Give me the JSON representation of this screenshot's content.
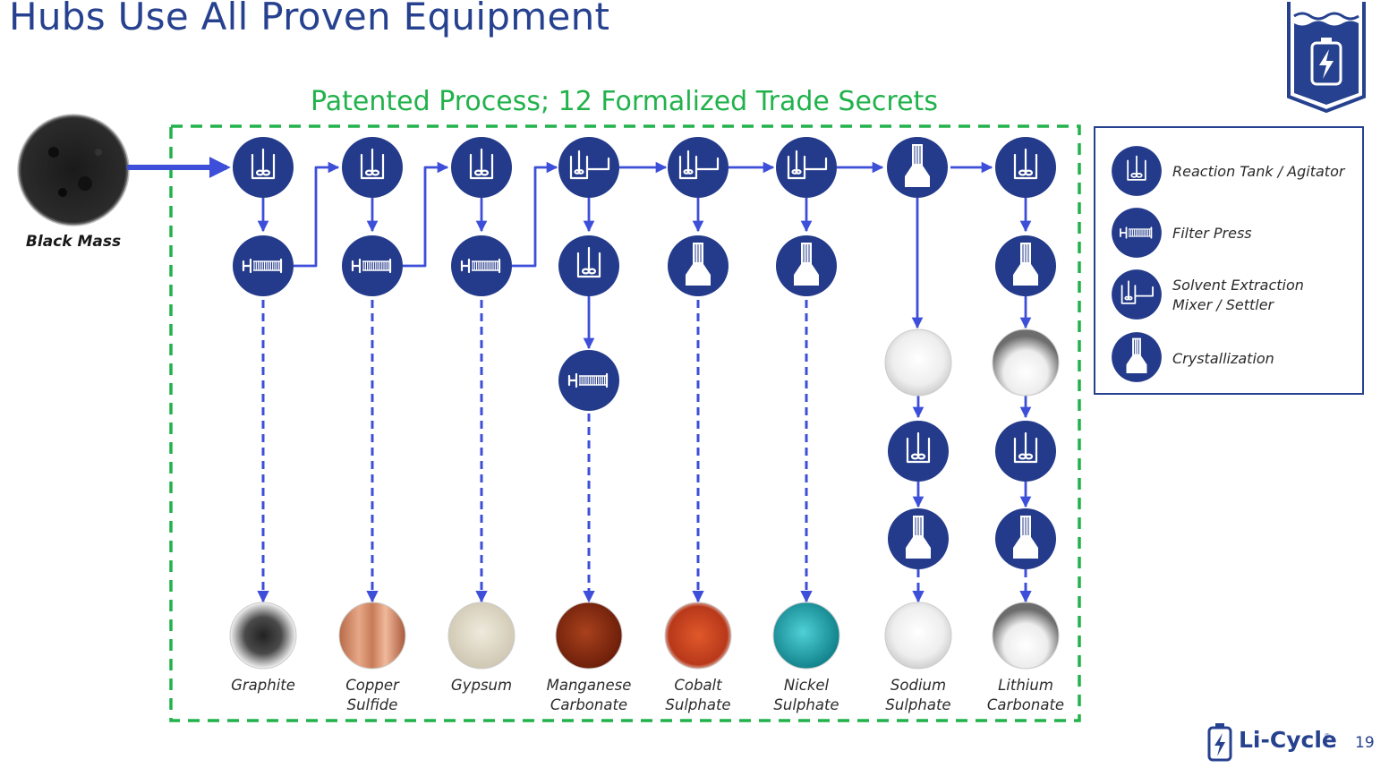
{
  "title": "Hubs Use All Proven Equipment",
  "subtitle": "Patented Process; 12 Formalized Trade Secrets",
  "input": {
    "label": "Black Mass"
  },
  "legend": {
    "items": [
      {
        "icon": "reaction-tank-agitator-icon",
        "label": "Reaction Tank / Agitator"
      },
      {
        "icon": "filter-press-icon",
        "label": "Filter Press"
      },
      {
        "icon": "solvent-extraction-icon",
        "label_line1": "Solvent Extraction",
        "label_line2": "Mixer / Settler"
      },
      {
        "icon": "crystallization-icon",
        "label": "Crystallization"
      }
    ]
  },
  "products": [
    {
      "line1": "Graphite",
      "line2": "",
      "color": "#3a3a3a"
    },
    {
      "line1": "Copper",
      "line2": "Sulfide",
      "color": "#c77b57"
    },
    {
      "line1": "Gypsum",
      "line2": "",
      "color": "#dcd6c6"
    },
    {
      "line1": "Manganese",
      "line2": "Carbonate",
      "color": "#8e2e12"
    },
    {
      "line1": "Cobalt",
      "line2": "Sulphate",
      "color": "#c8401a"
    },
    {
      "line1": "Nickel",
      "line2": "Sulphate",
      "color": "#1fa7b0"
    },
    {
      "line1": "Sodium",
      "line2": "Sulphate",
      "color": "#f1f1f1"
    },
    {
      "line1": "Lithium",
      "line2": "Carbonate",
      "color": "#ececec"
    }
  ],
  "colors": {
    "navy": "#26418f",
    "icon_fill": "#243b8b",
    "arrow": "#3d4fd8",
    "green": "#22b24c"
  },
  "brand": {
    "name": "Li-Cycle",
    "mark": "®",
    "page_number": "19"
  }
}
